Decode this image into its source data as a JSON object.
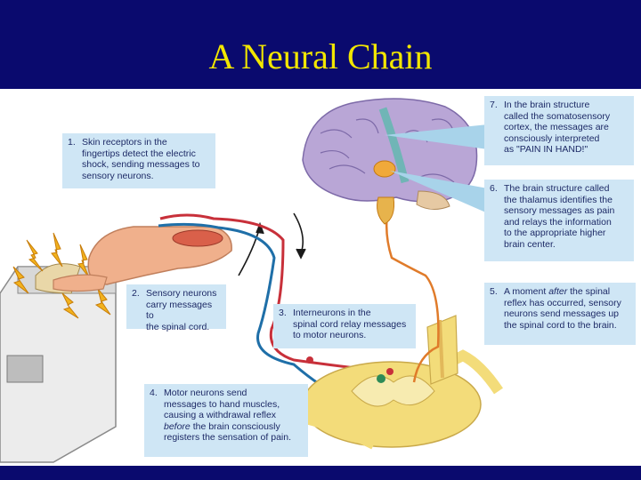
{
  "title": "A Neural Chain",
  "colors": {
    "title_bar": "#0a0a6e",
    "title_text": "#f2e600",
    "callout_bg": "#cfe6f5",
    "callout_text": "#1d2a66",
    "sensory_neuron": "#c8303a",
    "motor_neuron": "#1f6fa8",
    "spinal_cord": "#f3dc7a",
    "brain": "#b9a6d6"
  },
  "callouts": [
    {
      "num": "1.",
      "text": "Skin receptors in the\nfingertips detect the electric\nshock, sending messages to\nsensory neurons."
    },
    {
      "num": "2.",
      "text": "Sensory neurons\ncarry messages to\nthe spinal cord."
    },
    {
      "num": "3.",
      "text": "Interneurons in the\nspinal cord relay messages\nto motor neurons."
    },
    {
      "num": "4.",
      "pre": "Motor neurons send\nmessages to hand muscles,\ncausing a withdrawal reflex\n",
      "em": "before",
      "post": " the brain consciously\nregisters the sensation of pain."
    },
    {
      "num": "5.",
      "pre": "A moment ",
      "em": "after",
      "post": " the spinal\nreflex has occurred, sensory\nneurons send messages up\nthe spinal cord to the brain."
    },
    {
      "num": "6.",
      "text": "The brain structure called\nthe thalamus identifies the\nsensory messages as pain\nand relays the information\nto the appropriate higher\nbrain center."
    },
    {
      "num": "7.",
      "text": "In the brain structure\ncalled the somatosensory\ncortex, the messages are\nconsciously interpreted\nas \"PAIN IN HAND!\""
    }
  ]
}
